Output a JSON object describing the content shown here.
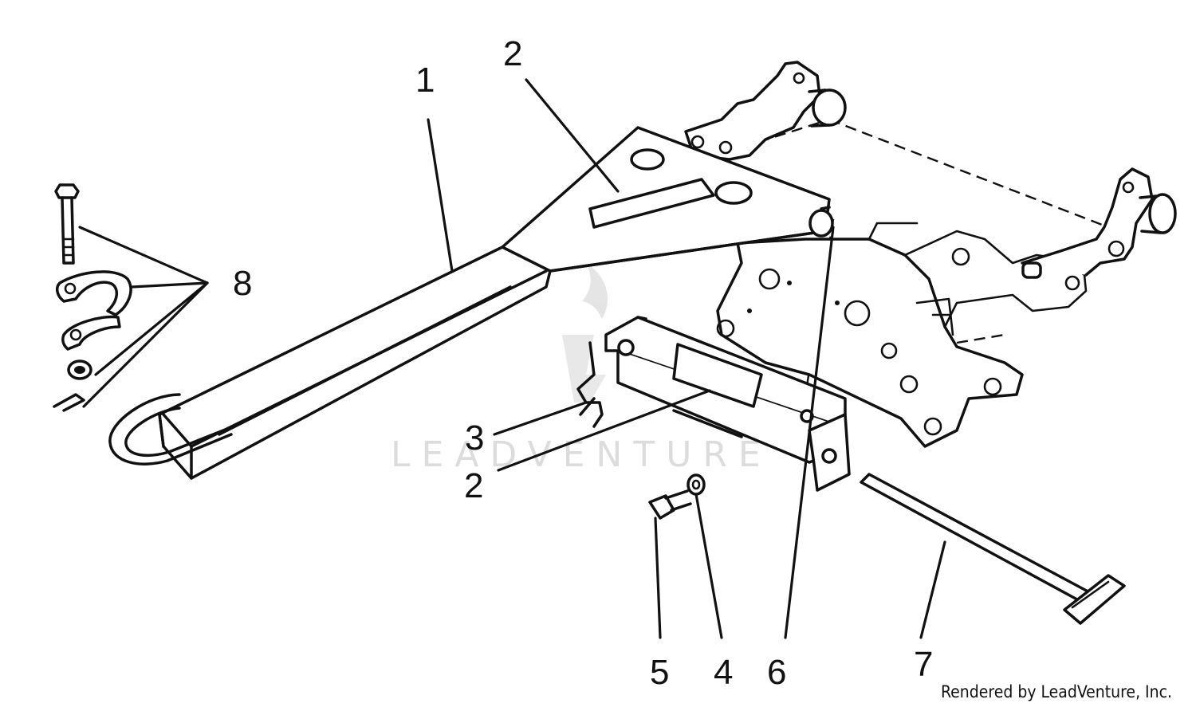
{
  "callouts": [
    {
      "id": "1",
      "text": "1"
    },
    {
      "id": "2a",
      "text": "2"
    },
    {
      "id": "2b",
      "text": "2"
    },
    {
      "id": "3",
      "text": "3"
    },
    {
      "id": "4",
      "text": "4"
    },
    {
      "id": "5",
      "text": "5"
    },
    {
      "id": "6",
      "text": "6"
    },
    {
      "id": "7",
      "text": "7"
    },
    {
      "id": "8",
      "text": "8"
    }
  ],
  "watermark": {
    "text": "LEADVENTURE",
    "logo": "leadventure-logo-icon"
  },
  "credit": "Rendered by LeadVenture, Inc.",
  "colors": {
    "ink": "#111111",
    "background": "#ffffff",
    "watermark": "#d9d9d9"
  }
}
